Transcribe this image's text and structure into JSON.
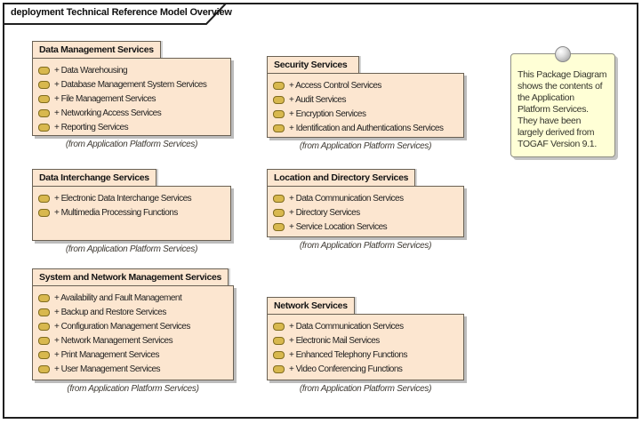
{
  "frame": {
    "title": "deployment Technical Reference Model Overview"
  },
  "packages": [
    {
      "name": "Data Management Services",
      "items": [
        "+ Data Warehousing",
        "+ Database Management System Services",
        "+ File Management Services",
        "+ Networking Access Services",
        "+ Reporting Services"
      ],
      "origin": "(from Application Platform Services)"
    },
    {
      "name": "Security Services",
      "items": [
        "+ Access Control Services",
        "+ Audit Services",
        "+ Encryption Services",
        "+ Identification and Authentications Services"
      ],
      "origin": "(from Application Platform Services)"
    },
    {
      "name": "Data Interchange Services",
      "items": [
        "+ Electronic Data Interchange Services",
        "+ Multimedia Processing Functions"
      ],
      "origin": "(from Application Platform Services)"
    },
    {
      "name": "Location and Directory Services",
      "items": [
        "+ Data Communication Services",
        "+ Directory Services",
        "+ Service Location Services"
      ],
      "origin": "(from Application Platform Services)"
    },
    {
      "name": "System and Network Management Services",
      "items": [
        "+ Availability and Fault Management",
        "+ Backup and Restore Services",
        "+ Configuration Management Services",
        "+ Network Management Services",
        "+ Print Management Services",
        "+ User Management Services"
      ],
      "origin": "(from Application Platform Services)"
    },
    {
      "name": "Network Services",
      "items": [
        "+ Data Communication Services",
        "+ Electronic Mail Services",
        "+ Enhanced Telephony Functions",
        "+ Video Conferencing Functions"
      ],
      "origin": "(from Application Platform Services)"
    }
  ],
  "note": {
    "text": "This Package Diagram shows the contents of the Application Platform Services. They have been largely derived from TOGAF Version 9.1."
  },
  "colors": {
    "package_fill": "#fce6d0",
    "package_border": "#6a6154",
    "element_icon_fill": "#d8b84e",
    "element_icon_border": "#806c1e",
    "note_fill": "#ffffd6",
    "frame_border": "#1f1f1f",
    "shadow": "#bcbcbc"
  }
}
